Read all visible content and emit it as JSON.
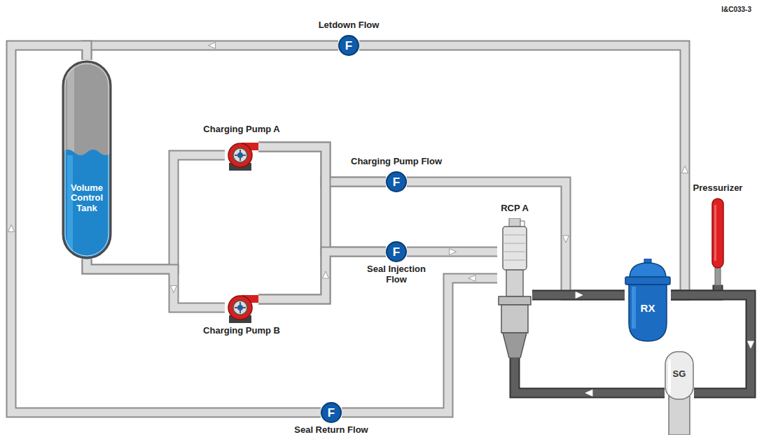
{
  "diagram": {
    "nodes": [
      {
        "text": [
          "Volume Control Tank"
        ]
      },
      {
        "text": [
          "Charging Pump A"
        ]
      },
      {
        "text": [
          "Charging Pump B"
        ]
      },
      {
        "text": [
          "F",
          "Charging Pump Flow"
        ]
      },
      {
        "text": [
          "F",
          "Seal Injection Flow"
        ]
      },
      {
        "text": [
          "RCP A"
        ]
      },
      {
        "text": [
          "RX"
        ]
      },
      {
        "text": [
          "Pressurizer"
        ]
      },
      {
        "text": [
          "SG"
        ]
      },
      {
        "text": [
          "F",
          "Letdown Flow"
        ]
      },
      {
        "text": [
          "F",
          "Seal Return Flow"
        ]
      }
    ],
    "edges": [
      {
        "from": 0,
        "to": 1,
        "arrow": "to"
      },
      {
        "from": 0,
        "to": 2,
        "arrow": "to"
      },
      {
        "from": 1,
        "to": 3,
        "arrow": "to"
      },
      {
        "from": 2,
        "to": 3,
        "arrow": "to"
      },
      {
        "from": 1,
        "to": 4,
        "arrow": "to"
      },
      {
        "from": 2,
        "to": 4,
        "arrow": "to"
      },
      {
        "from": 3,
        "to": 6,
        "arrow": "to"
      },
      {
        "from": 4,
        "to": 5,
        "arrow": "to"
      },
      {
        "from": 5,
        "to": 6,
        "arrow": "to"
      },
      {
        "from": 6,
        "to": 7,
        "arrow": "to"
      },
      {
        "from": 6,
        "to": 9,
        "arrow": "to"
      },
      {
        "from": 9,
        "to": 0,
        "arrow": "to"
      },
      {
        "from": 6,
        "to": 8,
        "arrow": "to"
      },
      {
        "from": 8,
        "to": 5,
        "arrow": "to"
      },
      {
        "from": 5,
        "to": 10,
        "arrow": "to"
      },
      {
        "from": 10,
        "to": 0,
        "arrow": "to"
      }
    ],
    "labels": [
      "I&C033-3"
    ]
  }
}
